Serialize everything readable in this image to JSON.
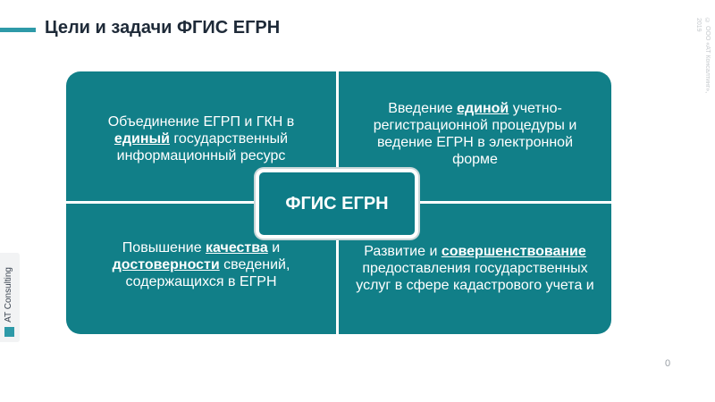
{
  "slide": {
    "title": "Цели и задачи ФГИС ЕГРН",
    "copyright": "© ООО «АТ Консалтинг», 2019",
    "logo": "AT Consulting",
    "page_number": "0"
  },
  "diagram": {
    "center_label": "ФГИС ЕГРН",
    "quadrants": {
      "top_left": {
        "pre": "Объединение ЕГРП и ГКН в ",
        "highlight": "единый",
        "post": " государственный информационный ресурс"
      },
      "top_right": {
        "pre": "Введение ",
        "highlight": "единой",
        "post": " учетно-регистрационной процедуры и ведение ЕГРН в электронной форме"
      },
      "bottom_left": {
        "pre": "Повышение ",
        "highlight": "качества",
        "mid": " и ",
        "highlight2": "достоверности",
        "post": " сведений, содержащихся в ЕГРН"
      },
      "bottom_right": {
        "pre": "Развитие и ",
        "highlight": "совершенствование",
        "post": " предоставления государственных услуг в сфере кадастрового учета и"
      }
    },
    "colors": {
      "quadrant_fill": "#117f88",
      "center_fill": "#0e7c87",
      "accent": "#2e9aa8"
    }
  }
}
